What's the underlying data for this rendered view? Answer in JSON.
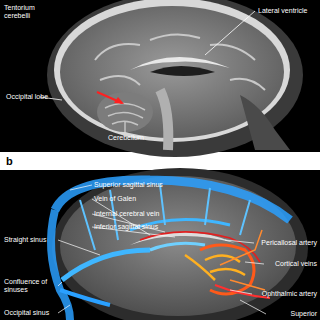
{
  "diagram": {
    "labels": [
      "Tentorium cerebelli",
      "Lateral ventricle",
      "Occipital lobe",
      "Cerebellum",
      "b",
      "Superior sagittal sinus",
      "Vein of Galen",
      "Internal cerebral vein",
      "Inferior sagittal sinus",
      "Straight sinus",
      "Pericallosal artery",
      "Cortical veins",
      "Confluence of sinuses",
      "Ophthalmic artery",
      "Occipital sinus",
      "Superior"
    ]
  }
}
